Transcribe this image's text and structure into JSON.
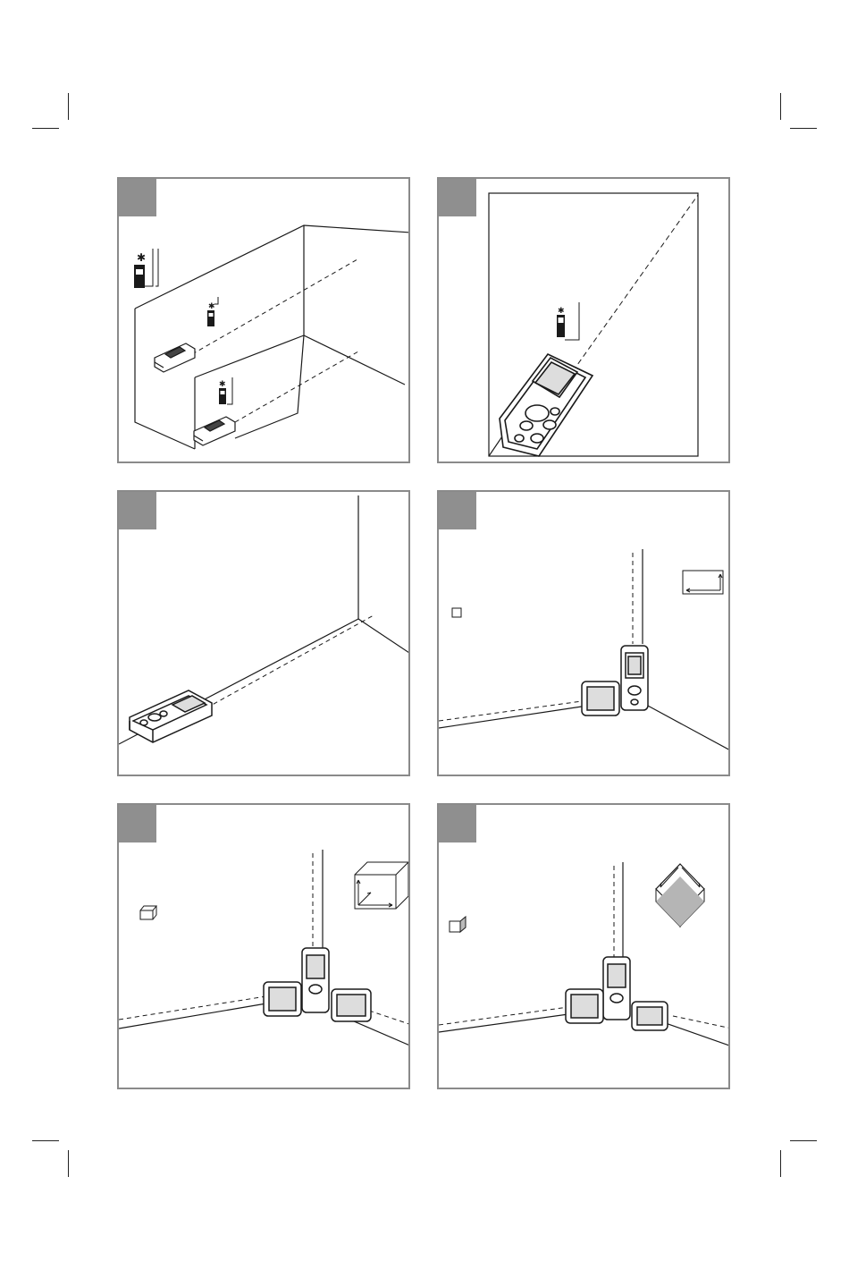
{
  "document": {
    "type": "instruction-manual-illustration-page",
    "panels": [
      {
        "id": "panel-1",
        "label": "",
        "icon": "single-distance-measurement-icon"
      },
      {
        "id": "panel-2",
        "label": "",
        "icon": "continuous-measurement-icon"
      },
      {
        "id": "panel-3",
        "label": "",
        "icon": "floor-distance-icon"
      },
      {
        "id": "panel-4",
        "label": "",
        "icon": "area-measurement-icon"
      },
      {
        "id": "panel-5",
        "label": "",
        "icon": "volume-measurement-icon"
      },
      {
        "id": "panel-6",
        "label": "",
        "icon": "wall-area-measurement-icon"
      }
    ],
    "colors": {
      "frame": "#8a8a8a",
      "tab": "#8f8f8f",
      "ink": "#1a1a1a",
      "shade": "#b5b5b5"
    }
  }
}
